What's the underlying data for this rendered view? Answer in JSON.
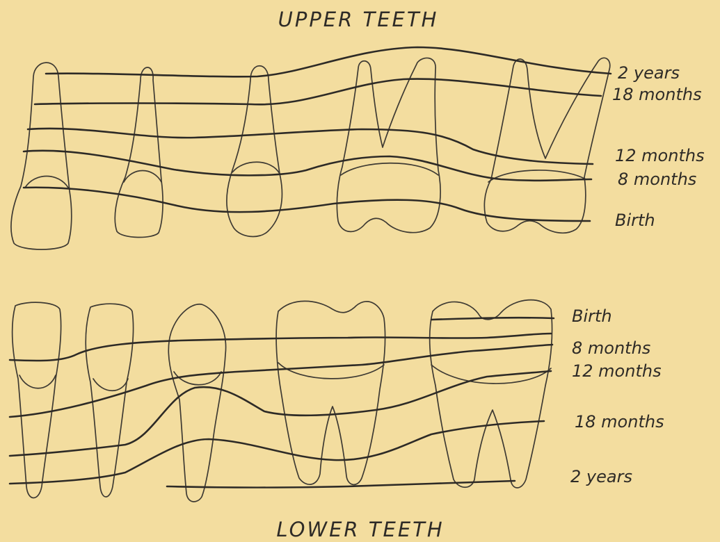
{
  "diagram": {
    "upper_title": "UPPER TEETH",
    "lower_title": "LOWER TEETH",
    "upper_labels": {
      "two_years": "2 years",
      "eighteen_months": "18 months",
      "twelve_months": "12 months",
      "eight_months": "8 months",
      "birth": "Birth"
    },
    "lower_labels": {
      "birth": "Birth",
      "eight_months": "8 months",
      "twelve_months": "12 months",
      "eighteen_months": "18 months",
      "two_years": "2 years"
    },
    "colors": {
      "background": "#f3dd9f",
      "ink": "#2e2b27"
    }
  }
}
